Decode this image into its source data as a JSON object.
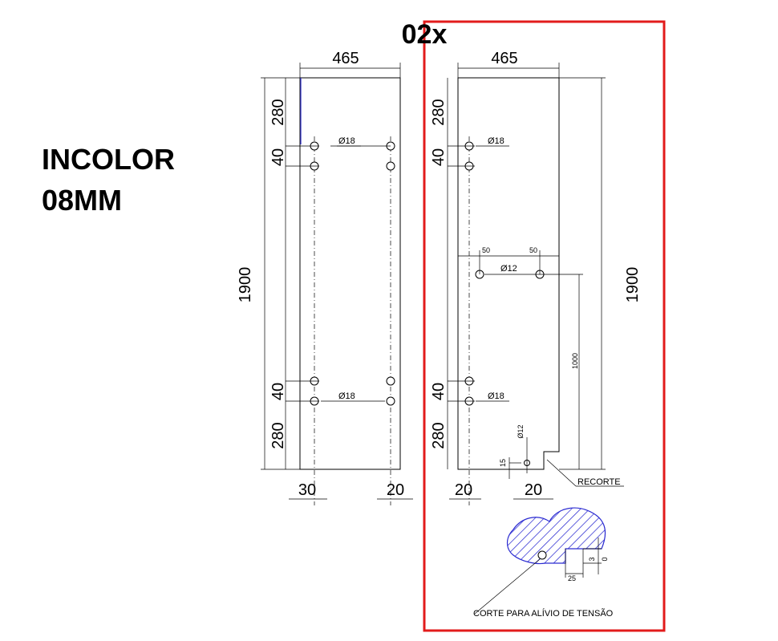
{
  "quantity": "02x",
  "material": {
    "line1": "INCOLOR",
    "line2": "08MM"
  },
  "left_panel": {
    "width": "465",
    "height": "1900",
    "top_offset": "280",
    "hole_spacing_top": "40",
    "hole_spacing_bottom": "40",
    "bottom_offset": "280",
    "left_margin": "30",
    "right_margin": "20",
    "hole_diameter_top": "Ø18",
    "hole_diameter_bottom": "Ø18"
  },
  "right_panel": {
    "width": "465",
    "height": "1900",
    "top_offset": "280",
    "hole_spacing_top": "40",
    "hole_spacing_bottom": "40",
    "bottom_offset": "280",
    "left_margin": "20",
    "center_margin": "20",
    "hole_diameter_top": "Ø18",
    "hole_diameter_bottom": "Ø18",
    "middle_spacing_a": "50",
    "middle_spacing_b": "50",
    "middle_hole_diameter": "Ø12",
    "middle_height": "1000",
    "notch_hole_diameter": "Ø12",
    "notch_offset": "15",
    "notch_label": "RECORTE"
  },
  "detail": {
    "width_label": "25",
    "height_label": "3",
    "depth_label": "0",
    "caption": "CORTE PARA ALÍVIO DE TENSÃO"
  },
  "colors": {
    "highlight": "#e21b1b",
    "hatch": "#2b2bd1",
    "line": "#000000"
  }
}
